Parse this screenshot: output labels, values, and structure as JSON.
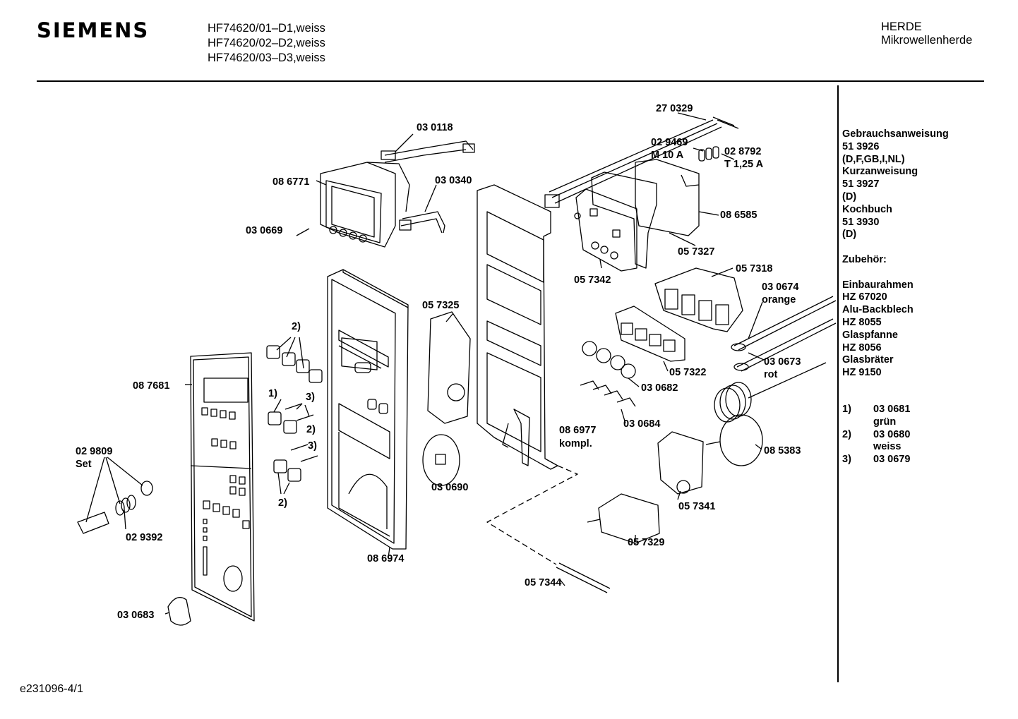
{
  "header": {
    "brand": "SIEMENS",
    "models": [
      "HF74620/01–D1,weiss",
      "HF74620/02–D2,weiss",
      "HF74620/03–D3,weiss"
    ],
    "category": "HERDE",
    "subcategory": "Mikrowellenherde"
  },
  "footer": {
    "drawing_id": "e231096-4/1"
  },
  "parts": {
    "p270329": "27 0329",
    "p030118": "03 0118",
    "p029469": "02 9469",
    "m10a": "M 10 A",
    "p028792": "02 8792",
    "t125a": "T 1,25 A",
    "p086771": "08 6771",
    "p030340": "03 0340",
    "p086585": "08 6585",
    "p030669": "03 0669",
    "p057327": "05 7327",
    "p057342": "05 7342",
    "p057318": "05 7318",
    "p030674": "03 0674",
    "orange": "orange",
    "p057325": "05 7325",
    "n2a": "2)",
    "p087681": "08 7681",
    "p030673": "03 0673",
    "rot": "rot",
    "n1": "1)",
    "n3a": "3)",
    "p057322": "05 7322",
    "p030682": "03 0682",
    "n2b": "2)",
    "n3b": "3)",
    "p086977": "08 6977",
    "kompl": "kompl.",
    "p030684": "03 0684",
    "p029809": "02 9809",
    "set": "Set",
    "p085383": "08 5383",
    "p030690": "03 0690",
    "n2c": "2)",
    "p057341": "05 7341",
    "p029392": "02 9392",
    "p057329": "05 7329",
    "p086974": "08 6974",
    "p057344": "05 7344",
    "p030683": "03 0683"
  },
  "sidebar": {
    "lines_a": [
      "Gebrauchsanweisung",
      "51 3926",
      "(D,F,GB,I,NL)",
      "Kurzanweisung",
      "51 3927",
      "(D)",
      "Kochbuch",
      "51 3930",
      "(D)"
    ],
    "zubehoer": "Zubehör:",
    "lines_b": [
      "Einbaurahmen",
      "HZ 67020",
      "Alu-Backblech",
      "HZ 8055",
      "Glaspfanne",
      "HZ 8056",
      "Glasbräter",
      "HZ 9150"
    ]
  },
  "notes": [
    {
      "num": "1)",
      "code": "03 0681",
      "color": "grün"
    },
    {
      "num": "2)",
      "code": "03 0680",
      "color": "weiss"
    },
    {
      "num": "3)",
      "code": "03 0679",
      "color": ""
    }
  ]
}
